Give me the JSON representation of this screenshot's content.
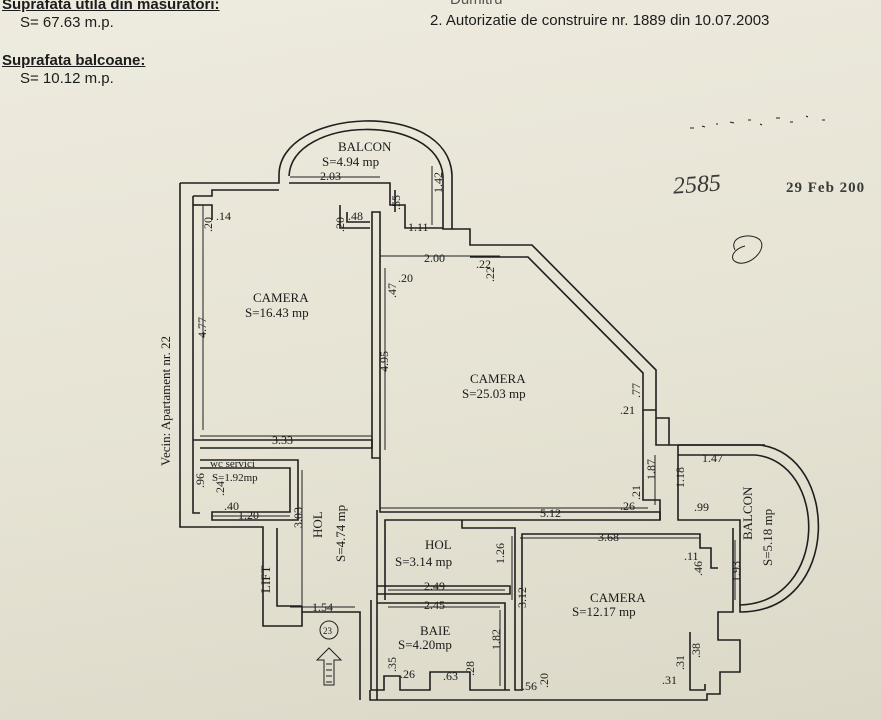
{
  "header": {
    "util_title": "Suprafata utila din masuratori:",
    "util_value": "S= 67.63 m.p.",
    "balcon_title": "Suprafata balcoane:",
    "balcon_value": "S= 10.12 m.p.",
    "top_right_partial": "Dumitru",
    "autorizatie": "2. Autorizatie de construire nr. 1889 din 10.07.2003"
  },
  "stamp": {
    "number": "2585",
    "date": "29 Feb 200"
  },
  "plan": {
    "rooms": {
      "balcon_top_name": "BALCON",
      "balcon_top_area": "S=4.94 mp",
      "camera1_name": "CAMERA",
      "camera1_area": "S=16.43  mp",
      "camera2_name": "CAMERA",
      "camera2_area": "S=25.03  mp",
      "wc_name": "wc servici",
      "wc_area": "S=1.92mp",
      "hol1_name": "HOL",
      "hol1_area": "S=4.74 mp",
      "hol2_name": "HOL",
      "hol2_area": "S=3.14  mp",
      "baie_name": "BAIE",
      "baie_area": "S=4.20mp",
      "camera3_name": "CAMERA",
      "camera3_area": "S=12.17  mp",
      "balcon_right_name": "BALCON",
      "balcon_right_area": "S=5.18 mp"
    },
    "labels": {
      "vecin": "Vecin: Apartament nr. 22",
      "lift": "LIFT",
      "entry_number": "23"
    },
    "dims": {
      "d_203": "2.03",
      "d_142": "1.42",
      "d_14": ".14",
      "d_20a": ".20",
      "d_48": ".48",
      "d_20b": ".20",
      "d_55": ".55",
      "d_111": "1.11",
      "d_200": "2.00",
      "d_22a": ".22",
      "d_22b": ".22",
      "d_20c": ".20",
      "d_47": ".47",
      "d_477": "4.77",
      "d_495": "4.95",
      "d_77": ".77",
      "d_21a": ".21",
      "d_333": "3.33",
      "d_187": "1.87",
      "d_118": "1.18",
      "d_147": "1.47",
      "d_96": ".96",
      "d_24": ".24",
      "d_40": ".40",
      "d_120": "1.20",
      "d_512": "5.12",
      "d_26a": ".26",
      "d_21b": ".21",
      "d_99": ".99",
      "d_303": "3.03",
      "d_368": "3.68",
      "d_126": "1.26",
      "d_11": ".11",
      "d_46": ".46",
      "d_193": "1.93",
      "d_249": "2.49",
      "d_312": "3.12",
      "d_154": "1.54",
      "d_245": "2.45",
      "d_182": "1.82",
      "d_38": ".38",
      "d_31a": ".31",
      "d_35": ".35",
      "d_26b": ".26",
      "d_63": ".63",
      "d_28": ".28",
      "d_56": ".56",
      "d_20d": ".20",
      "d_31b": ".31"
    }
  }
}
